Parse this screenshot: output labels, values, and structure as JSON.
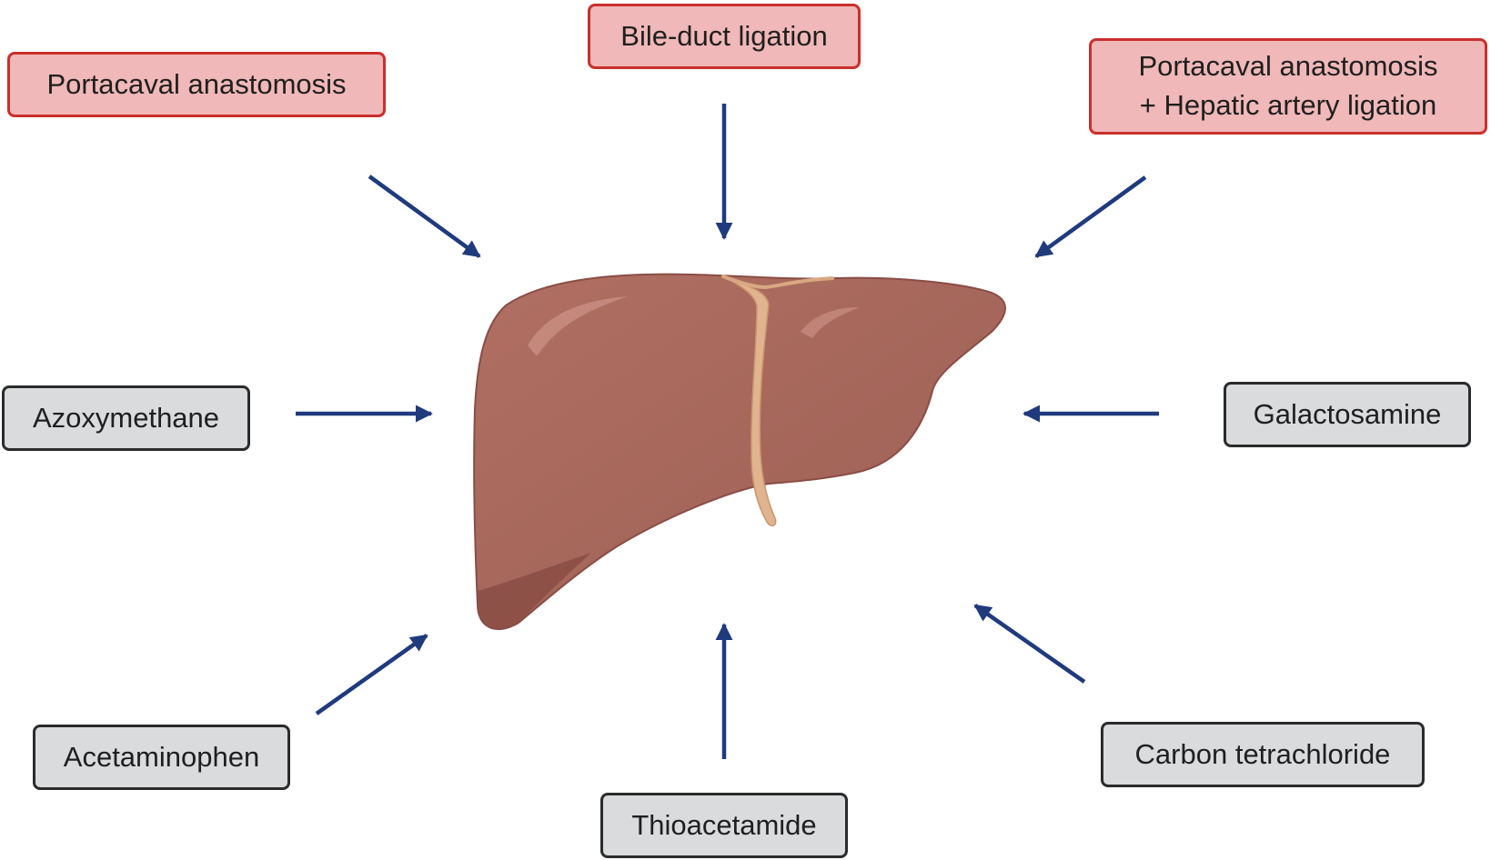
{
  "surgical_models": [
    {
      "id": "portacaval",
      "lines": [
        "Portacaval anastomosis"
      ]
    },
    {
      "id": "bile-duct",
      "lines": [
        "Bile-duct ligation"
      ]
    },
    {
      "id": "portacaval-hepatic",
      "lines": [
        "Portacaval anastomosis",
        "+ Hepatic artery ligation"
      ]
    }
  ],
  "chemical_models": [
    {
      "id": "azoxymethane",
      "lines": [
        "Azoxymethane"
      ]
    },
    {
      "id": "galactosamine",
      "lines": [
        "Galactosamine"
      ]
    },
    {
      "id": "acetaminophen",
      "lines": [
        "Acetaminophen"
      ]
    },
    {
      "id": "thioacetamide",
      "lines": [
        "Thioacetamide"
      ]
    },
    {
      "id": "carbon-tetrachloride",
      "lines": [
        "Carbon tetrachloride"
      ]
    }
  ],
  "colors": {
    "surgical_fill": "#f0b8b8",
    "surgical_border": "#c9302c",
    "chemical_fill": "#d9dbdd",
    "chemical_border": "#2b2b2b",
    "arrow": "#1f3a7d",
    "liver": "#a5675c",
    "liver_shadow": "#8a4d45",
    "ligament": "#e0b48f"
  },
  "center_organ": {
    "icon": "liver-icon"
  }
}
